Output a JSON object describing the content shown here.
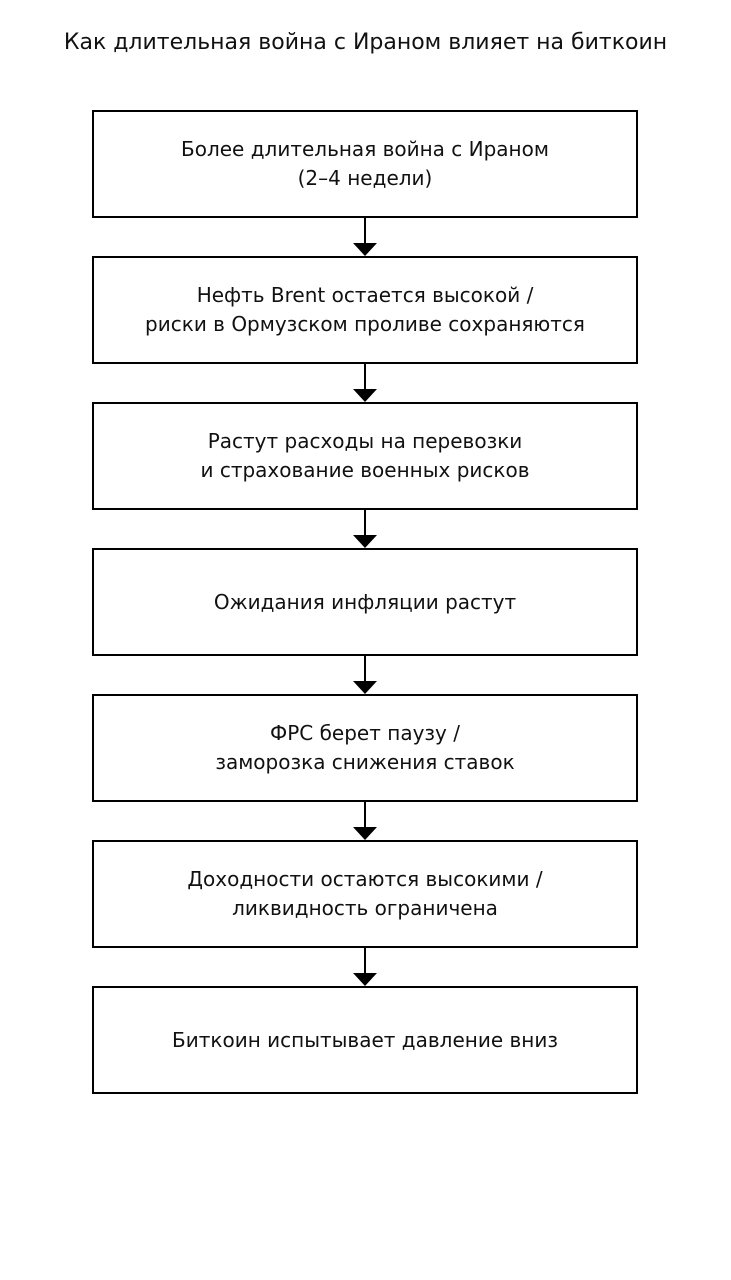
{
  "page": {
    "title": "Как длительная война с Ираном влияет на биткоин"
  },
  "flowchart": {
    "type": "vertical-flowchart",
    "direction": "top-to-bottom",
    "colors": {
      "background": "#ffffff",
      "node_fill": "#ffffff",
      "node_border": "#000000",
      "arrow": "#000000",
      "text": "#111111"
    },
    "nodes": [
      {
        "id": "war-duration",
        "label": "Более длительная война с Ираном\n(2–4 недели)"
      },
      {
        "id": "brent-oil-high",
        "label": "Нефть Brent остается высокой /\nриски в Ормузском проливе сохраняются"
      },
      {
        "id": "shipping-costs",
        "label": "Растут расходы на перевозки\nи страхование военных рисков"
      },
      {
        "id": "inflation-expectations",
        "label": "Ожидания инфляции растут"
      },
      {
        "id": "fed-pause",
        "label": "ФРС берет паузу /\nзаморозка снижения ставок"
      },
      {
        "id": "yields-high",
        "label": "Доходности остаются высокими /\nликвидность ограничена"
      },
      {
        "id": "bitcoin-pressure",
        "label": "Биткоин испытывает давление вниз"
      }
    ],
    "edges": [
      {
        "from": 0,
        "to": 1
      },
      {
        "from": 1,
        "to": 2
      },
      {
        "from": 2,
        "to": 3
      },
      {
        "from": 3,
        "to": 4
      },
      {
        "from": 4,
        "to": 5
      },
      {
        "from": 5,
        "to": 6
      }
    ]
  }
}
